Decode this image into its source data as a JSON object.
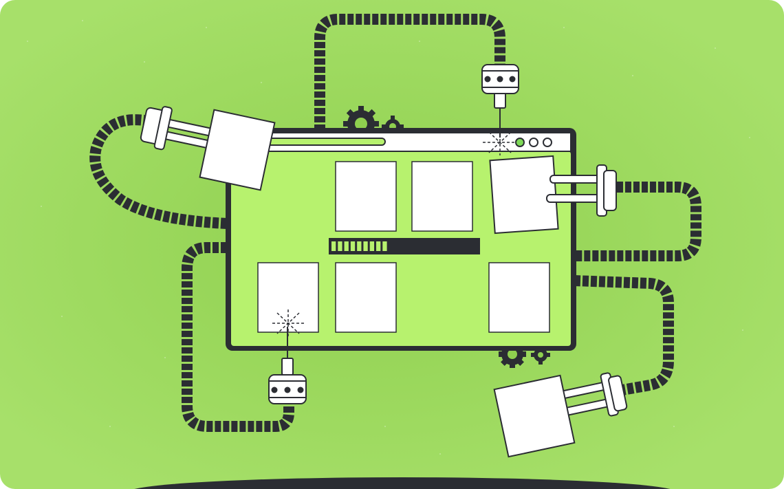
{
  "colors": {
    "background": "#a7e06a",
    "background_glow": "#8fd04f",
    "screen": "#b7f26e",
    "outline": "#2b2d33",
    "paper": "#ffffff",
    "accent_dot": "#7ed957"
  },
  "icons": [
    "gear-icon",
    "browser-window",
    "robot-arm",
    "progress-bar",
    "sparkle-icon"
  ],
  "progress": {
    "filled_segments": 9,
    "total_segments": 9,
    "bar_fill_fraction": 0.38
  }
}
